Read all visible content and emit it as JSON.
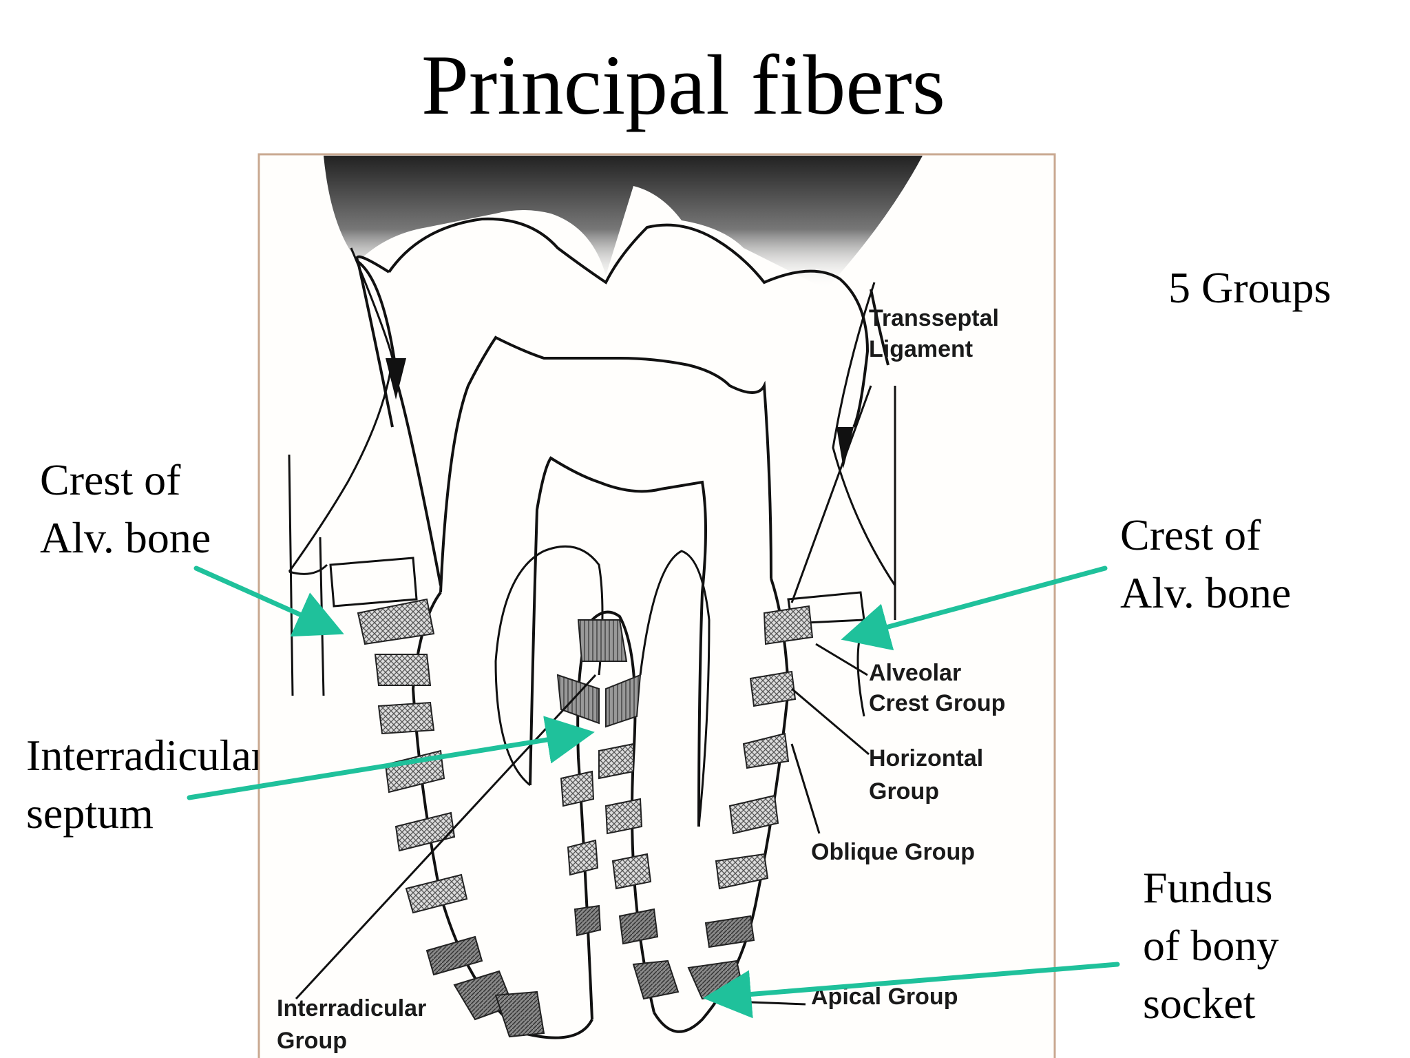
{
  "slide": {
    "title": "Principal fibers",
    "groups_note": "5 Groups"
  },
  "slide_labels": {
    "crest_left_1": "Crest of",
    "crest_left_2": "Alv. bone",
    "crest_right_1": "Crest of",
    "crest_right_2": "Alv. bone",
    "interradicular_1": "Interradicular",
    "interradicular_2": "septum",
    "fundus_1": "Fundus",
    "fundus_2": "of bony",
    "fundus_3": "socket"
  },
  "diagram_labels": {
    "transseptal_1": "Transseptal",
    "transseptal_2": "Ligament",
    "alveolar_1": "Alveolar",
    "alveolar_2": "Crest Group",
    "horizontal_1": "Horizontal",
    "horizontal_2": "Group",
    "oblique": "Oblique Group",
    "apical": "Apical Group",
    "interradicular_1": "Interradicular",
    "interradicular_2": "Group"
  },
  "colors": {
    "arrow": "#1fc19b",
    "ink": "#111111"
  }
}
